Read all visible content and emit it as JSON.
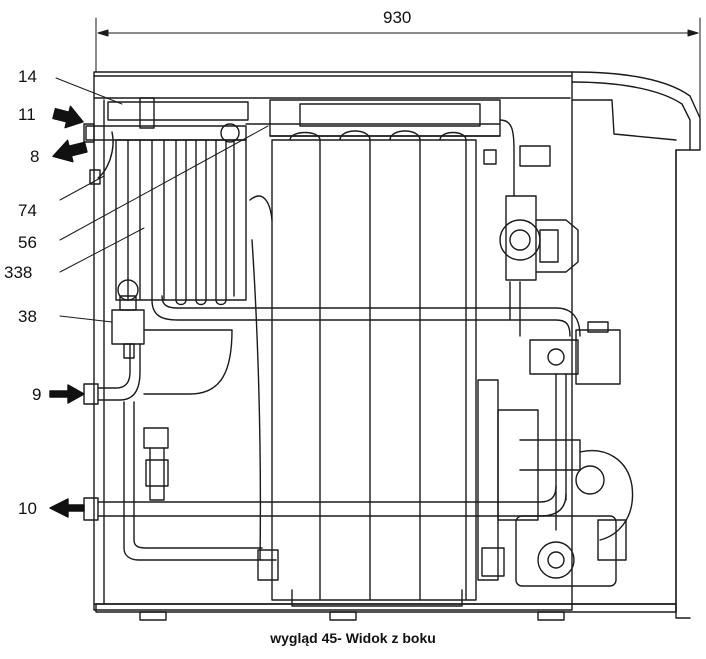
{
  "dimension": {
    "width_label": "930"
  },
  "callouts": [
    {
      "id": "14",
      "label": "14"
    },
    {
      "id": "11",
      "label": "11"
    },
    {
      "id": "8",
      "label": "8"
    },
    {
      "id": "74",
      "label": "74"
    },
    {
      "id": "56",
      "label": "56"
    },
    {
      "id": "338",
      "label": "338"
    },
    {
      "id": "38",
      "label": "38"
    },
    {
      "id": "9",
      "label": "9"
    },
    {
      "id": "10",
      "label": "10"
    }
  ],
  "caption": "wygląd 45- Widok z boku",
  "colors": {
    "line": "#1a1a1a",
    "fill": "#ffffff",
    "shade": "#d8d8d8"
  }
}
